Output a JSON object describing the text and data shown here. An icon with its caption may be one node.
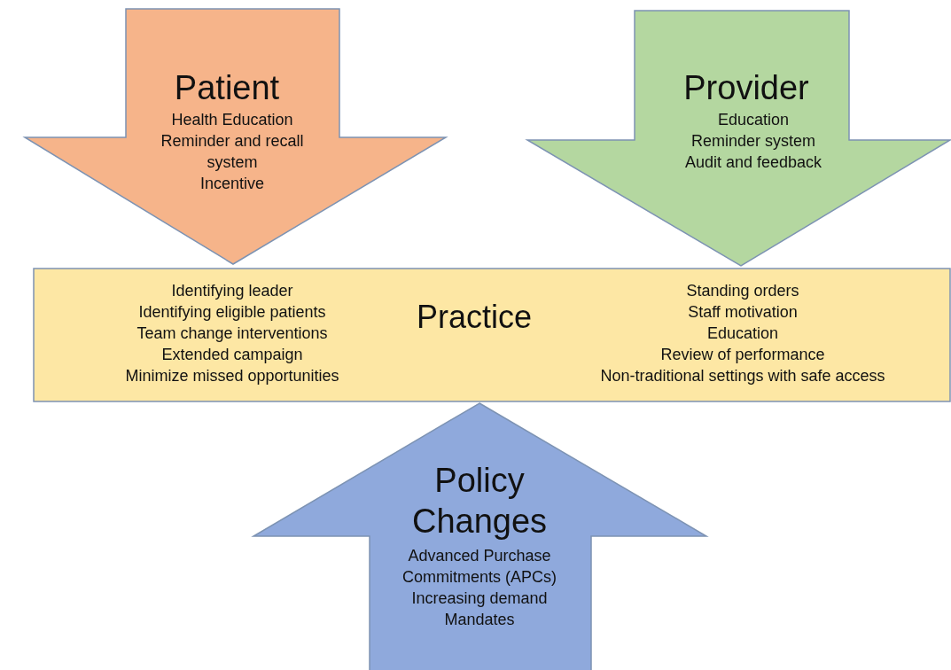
{
  "diagram": {
    "nodes": [
      {
        "text": [
          "Patient",
          "Health Education",
          "Reminder and recall system",
          "Incentive"
        ]
      },
      {
        "text": [
          "Provider",
          "Education",
          "Reminder system",
          "Audit and feedback"
        ]
      },
      {
        "text": [
          "Identifying leader",
          "Identifying eligible patients",
          "Team change interventions",
          "Extended campaign",
          "Minimize missed opportunities",
          "Practice",
          "Standing orders",
          "Staff motivation",
          "Education",
          "Review of performance",
          "Non-traditional settings with safe access"
        ]
      },
      {
        "text": [
          "Policy Changes",
          "Advanced Purchase Commitments (APCs)",
          "Increasing demand",
          "Mandates"
        ]
      }
    ]
  }
}
